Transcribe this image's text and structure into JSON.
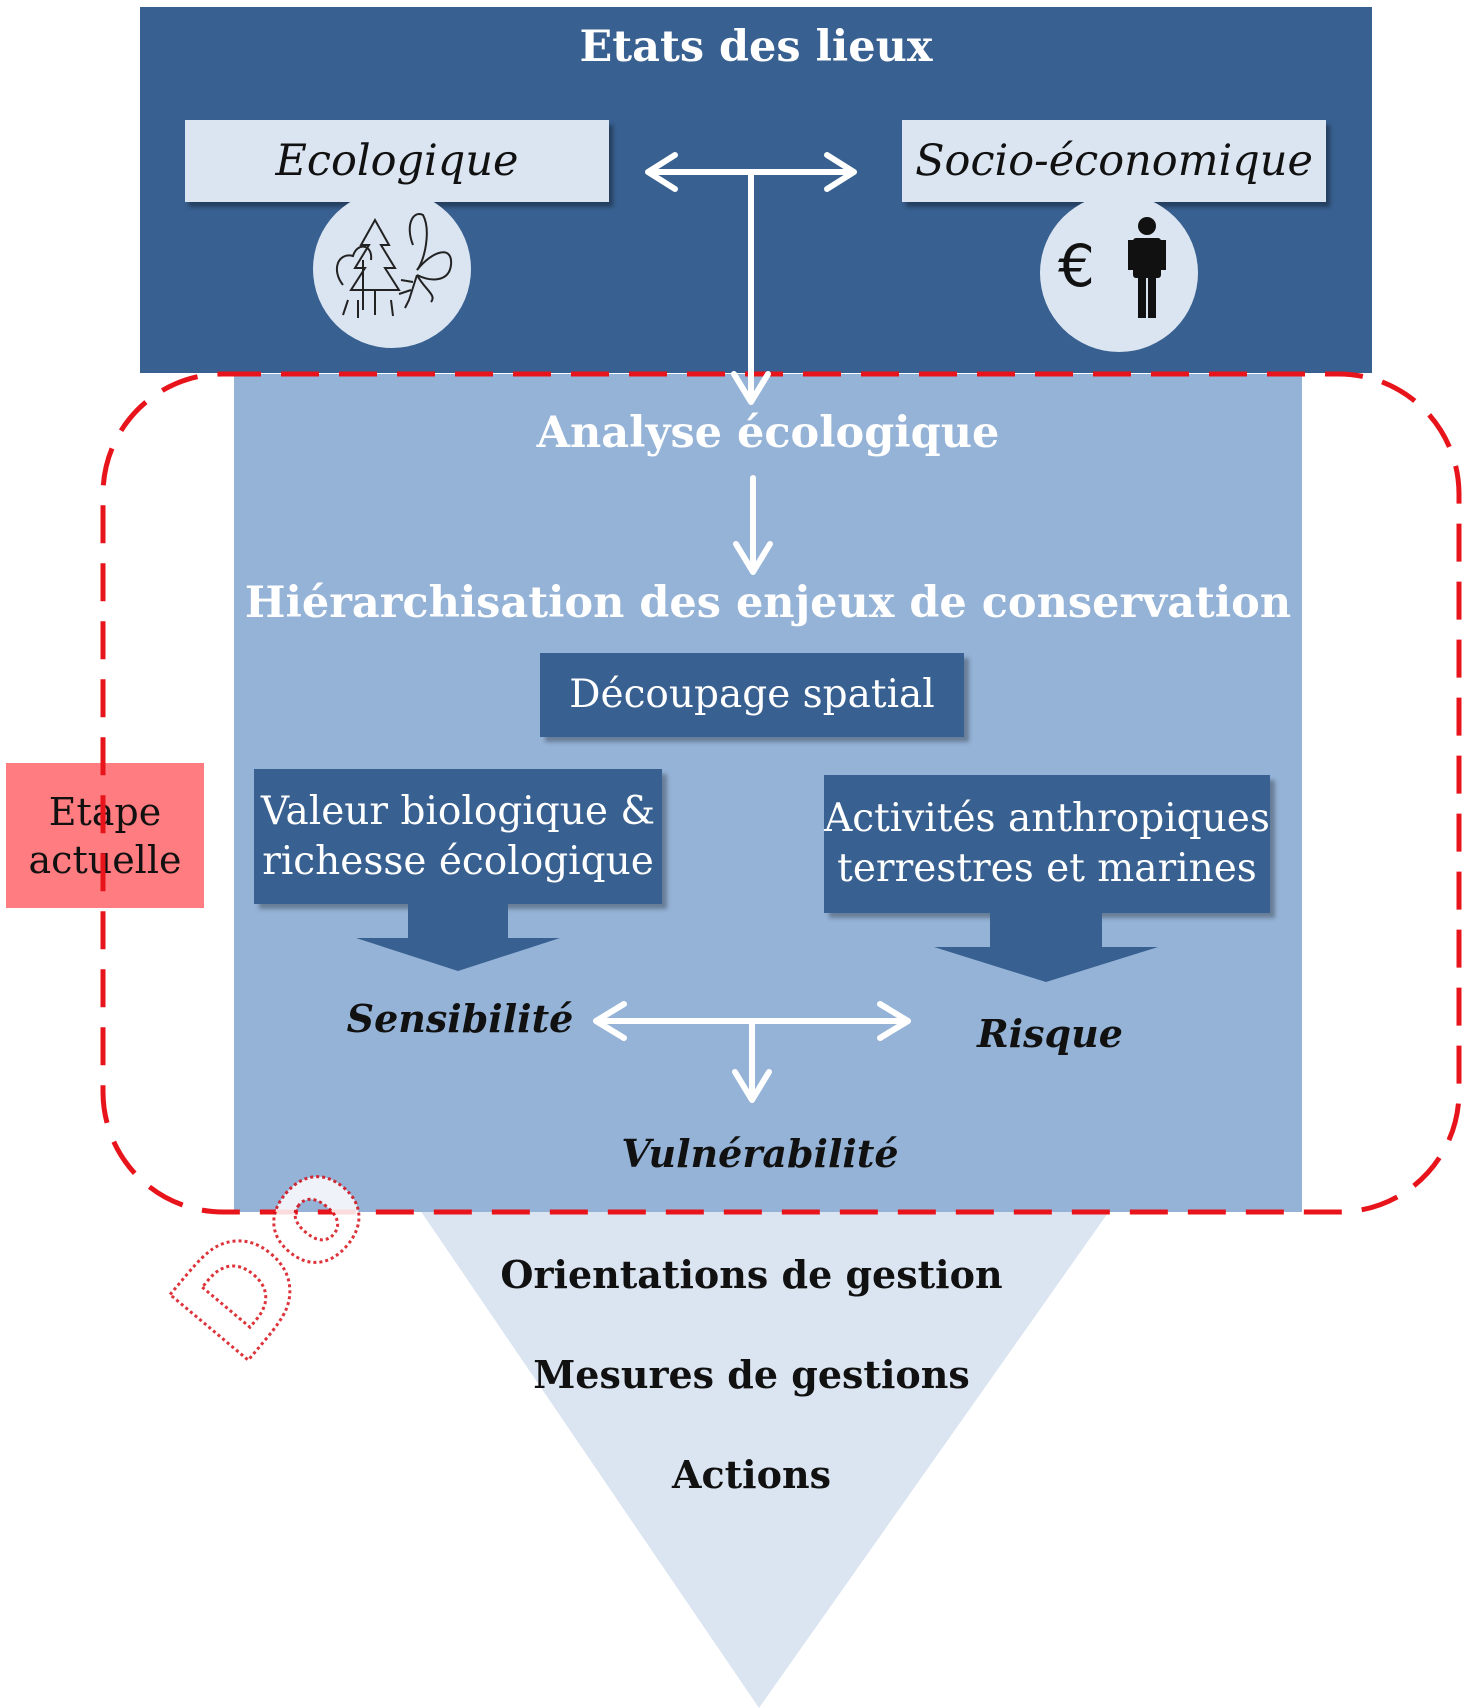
{
  "state": {
    "title": "Etats des lieux",
    "ecological": "Ecologique",
    "socio_economic": "Socio-économique",
    "euro_symbol": "€",
    "icons": [
      "flora-fauna-icon",
      "person-icon"
    ]
  },
  "analysis": {
    "title": "Analyse écologique",
    "hierarchy": "Hiérarchisation des enjeux de conservation",
    "spatial": "Découpage spatial",
    "bio_value": "Valeur biologique & richesse écologique",
    "activities": "Activités anthropiques terrestres et marines",
    "sensitivity": "Sensibilité",
    "risk": "Risque",
    "vulnerability": "Vulnérabilité"
  },
  "stage_label": "Etape actuelle",
  "outcomes": [
    "Orientations de gestion",
    "Mesures de gestions",
    "Actions"
  ],
  "colors": {
    "dark_blue": "#386090",
    "mid_blue": "#95b3d7",
    "light_blue": "#dbe5f1",
    "dashed_red": "#e8141c",
    "stage_pink": "#ff7c80"
  }
}
